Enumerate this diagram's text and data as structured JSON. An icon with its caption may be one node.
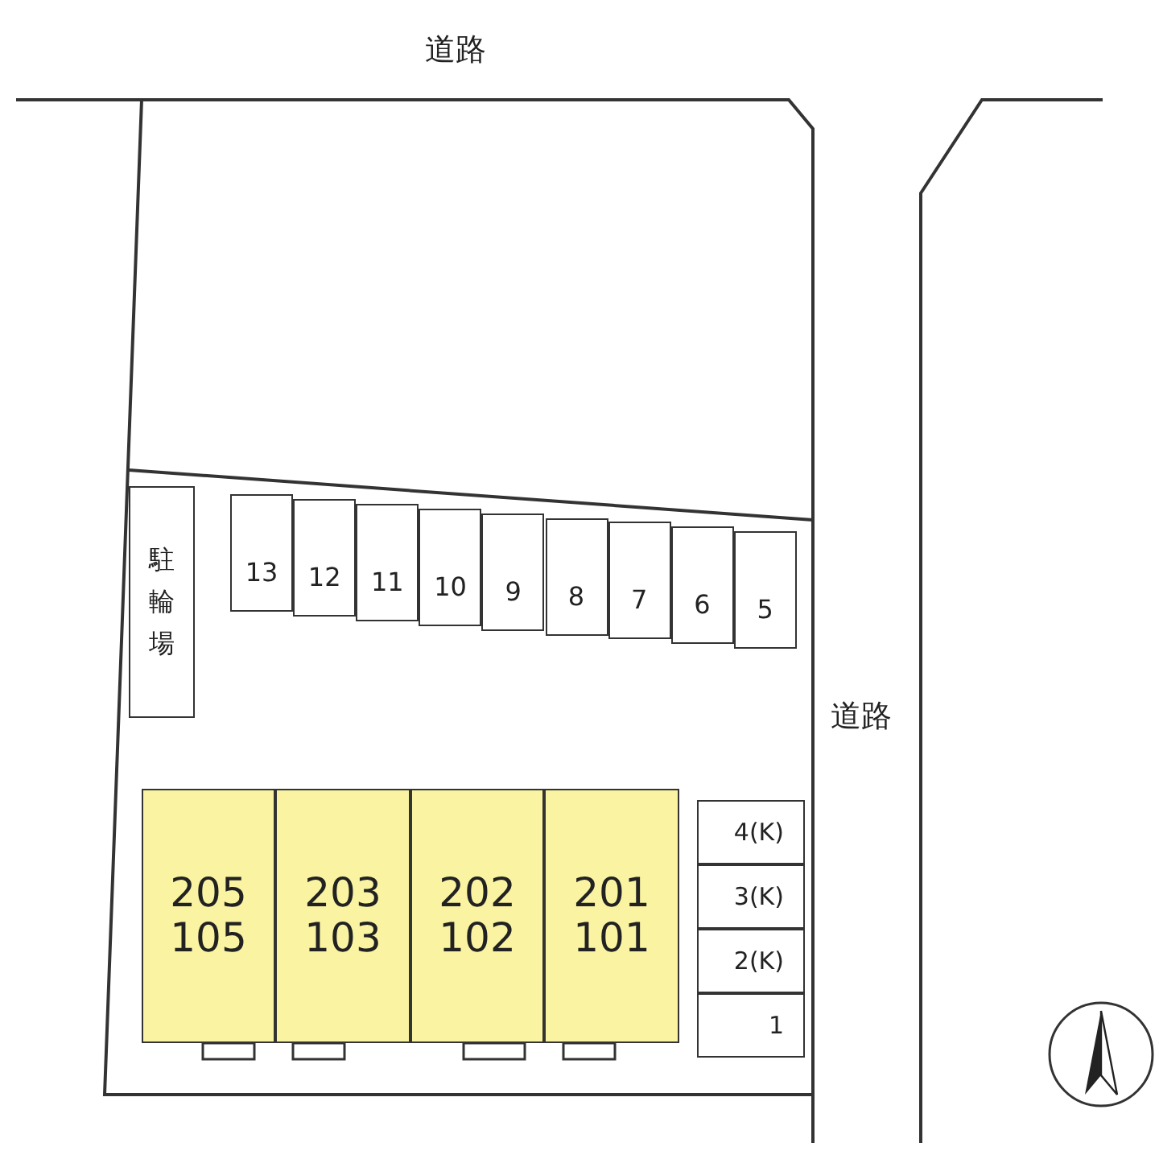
{
  "diagram": {
    "nodes": [
      {
        "text": [
          "駐輪場"
        ]
      },
      {
        "text": [
          "13"
        ]
      },
      {
        "text": [
          "12"
        ]
      },
      {
        "text": [
          "11"
        ]
      },
      {
        "text": [
          "10"
        ]
      },
      {
        "text": [
          "9"
        ]
      },
      {
        "text": [
          "8"
        ]
      },
      {
        "text": [
          "7"
        ]
      },
      {
        "text": [
          "6"
        ]
      },
      {
        "text": [
          "5"
        ]
      },
      {
        "text": [
          "205",
          "105"
        ]
      },
      {
        "text": [
          "203",
          "103"
        ]
      },
      {
        "text": [
          "202",
          "102"
        ]
      },
      {
        "text": [
          "201",
          "101"
        ]
      },
      {
        "text": [
          "4(K)"
        ]
      },
      {
        "text": [
          "3(K)"
        ]
      },
      {
        "text": [
          "2(K)"
        ]
      },
      {
        "text": [
          "1"
        ]
      }
    ],
    "edges": [],
    "labels": [
      "道路",
      "道路"
    ]
  }
}
